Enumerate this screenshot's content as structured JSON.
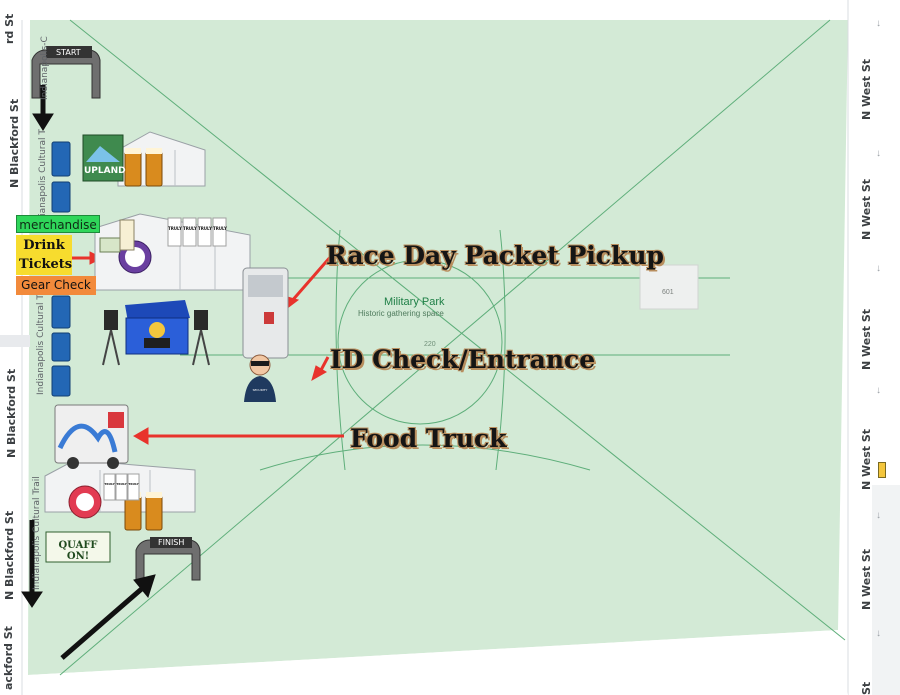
{
  "map": {
    "colors": {
      "park": "#d3ead6",
      "path": "#5eae7a",
      "road": "#ffffff",
      "arrow_red": "#e8332c",
      "arrow_black": "#111111"
    },
    "streets": {
      "west": [
        "rd St",
        "N Blackford St",
        "N Blackford St",
        "N Blackford St",
        "ackford St"
      ],
      "east": [
        "N West St",
        "N West St",
        "N West St",
        "N West St",
        "N West St",
        "St"
      ],
      "trail": [
        "Indianapolis-C",
        "Indianapolis Cultural T",
        "Indianapolis Cultural T",
        "Indianapolis Cultural Trail"
      ]
    },
    "park": {
      "name": "Military Park",
      "subtitle": "Historic gathering space",
      "parcel": "220",
      "building_number": "601"
    }
  },
  "course": {
    "start": "START",
    "finish": "FINISH"
  },
  "callouts": {
    "packet_pickup": "Race Day Packet Pickup",
    "id_check": "ID Check/Entrance",
    "food_truck": "Food Truck"
  },
  "booths": {
    "merchandise": "merchandise",
    "drink_tickets": "Drink Tickets",
    "gear_check": "Gear Check",
    "security": "SECURITY"
  },
  "sponsors": {
    "upland": "UPLAND",
    "truly": "TRULY",
    "quaff_on": "QUAFF ON!"
  }
}
